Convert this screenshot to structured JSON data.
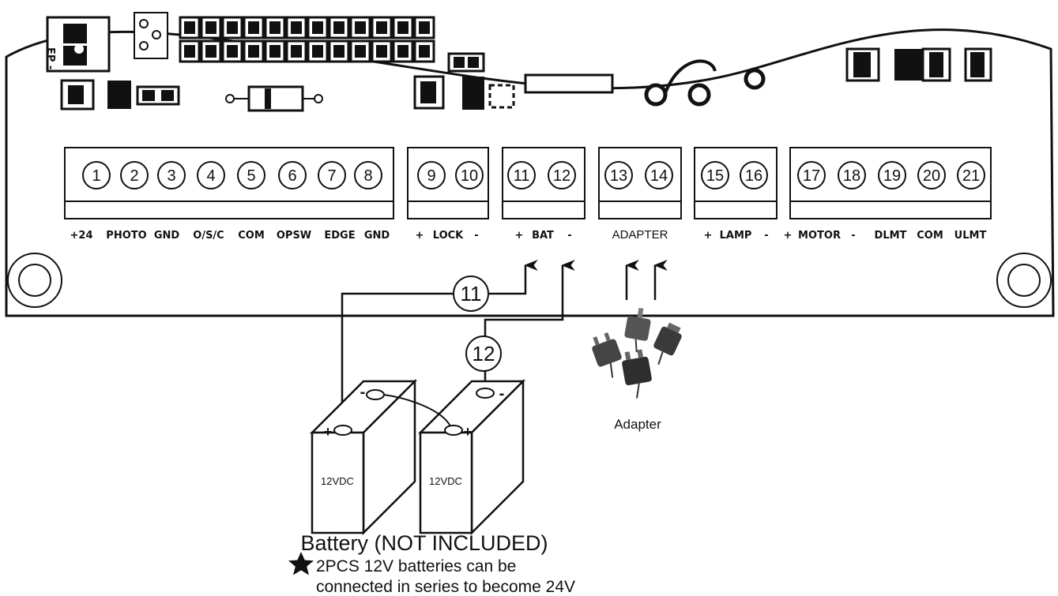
{
  "terminals": [
    {
      "number": "1",
      "label": "+24"
    },
    {
      "number": "2",
      "label": "PHOTO"
    },
    {
      "number": "3",
      "label": "GND"
    },
    {
      "number": "4",
      "label": "O/S/C"
    },
    {
      "number": "5",
      "label": "COM"
    },
    {
      "number": "6",
      "label": "OPSW"
    },
    {
      "number": "7",
      "label": "EDGE"
    },
    {
      "number": "8",
      "label": "GND"
    },
    {
      "number": "9",
      "label": ""
    },
    {
      "number": "10",
      "label": ""
    },
    {
      "number": "11",
      "label": ""
    },
    {
      "number": "12",
      "label": ""
    },
    {
      "number": "13",
      "label": ""
    },
    {
      "number": "14",
      "label": ""
    },
    {
      "number": "15",
      "label": ""
    },
    {
      "number": "16",
      "label": ""
    },
    {
      "number": "17",
      "label": ""
    },
    {
      "number": "18",
      "label": ""
    },
    {
      "number": "19",
      "label": "DLMT"
    },
    {
      "number": "20",
      "label": "COM"
    },
    {
      "number": "21",
      "label": "ULMT"
    }
  ],
  "groups": {
    "lock": {
      "plus": "+",
      "name": "LOCK",
      "minus": "-"
    },
    "bat": {
      "plus": "+",
      "name": "BAT",
      "minus": "-"
    },
    "adapter": {
      "name": "ADAPTER"
    },
    "lamp": {
      "plus": "+",
      "name": "LAMP",
      "minus": "-"
    },
    "motor": {
      "plus": "+",
      "name": "MOTOR",
      "minus": "-"
    }
  },
  "board_partial_label": "EP -",
  "wire_callouts": {
    "plus_wire": "11",
    "minus_wire": "12"
  },
  "batteries": [
    {
      "label": "12VDC",
      "top_left_sign": "+",
      "top_right_sign": "-"
    },
    {
      "label": "12VDC",
      "top_left_sign": "-",
      "top_right_sign": "+"
    }
  ],
  "battery_caption": "Battery (NOT INCLUDED)",
  "adapter_caption": "Adapter",
  "note": {
    "icon": "star-icon",
    "line1": "2PCS 12V batteries can be",
    "line2": "connected in series to become 24V"
  }
}
